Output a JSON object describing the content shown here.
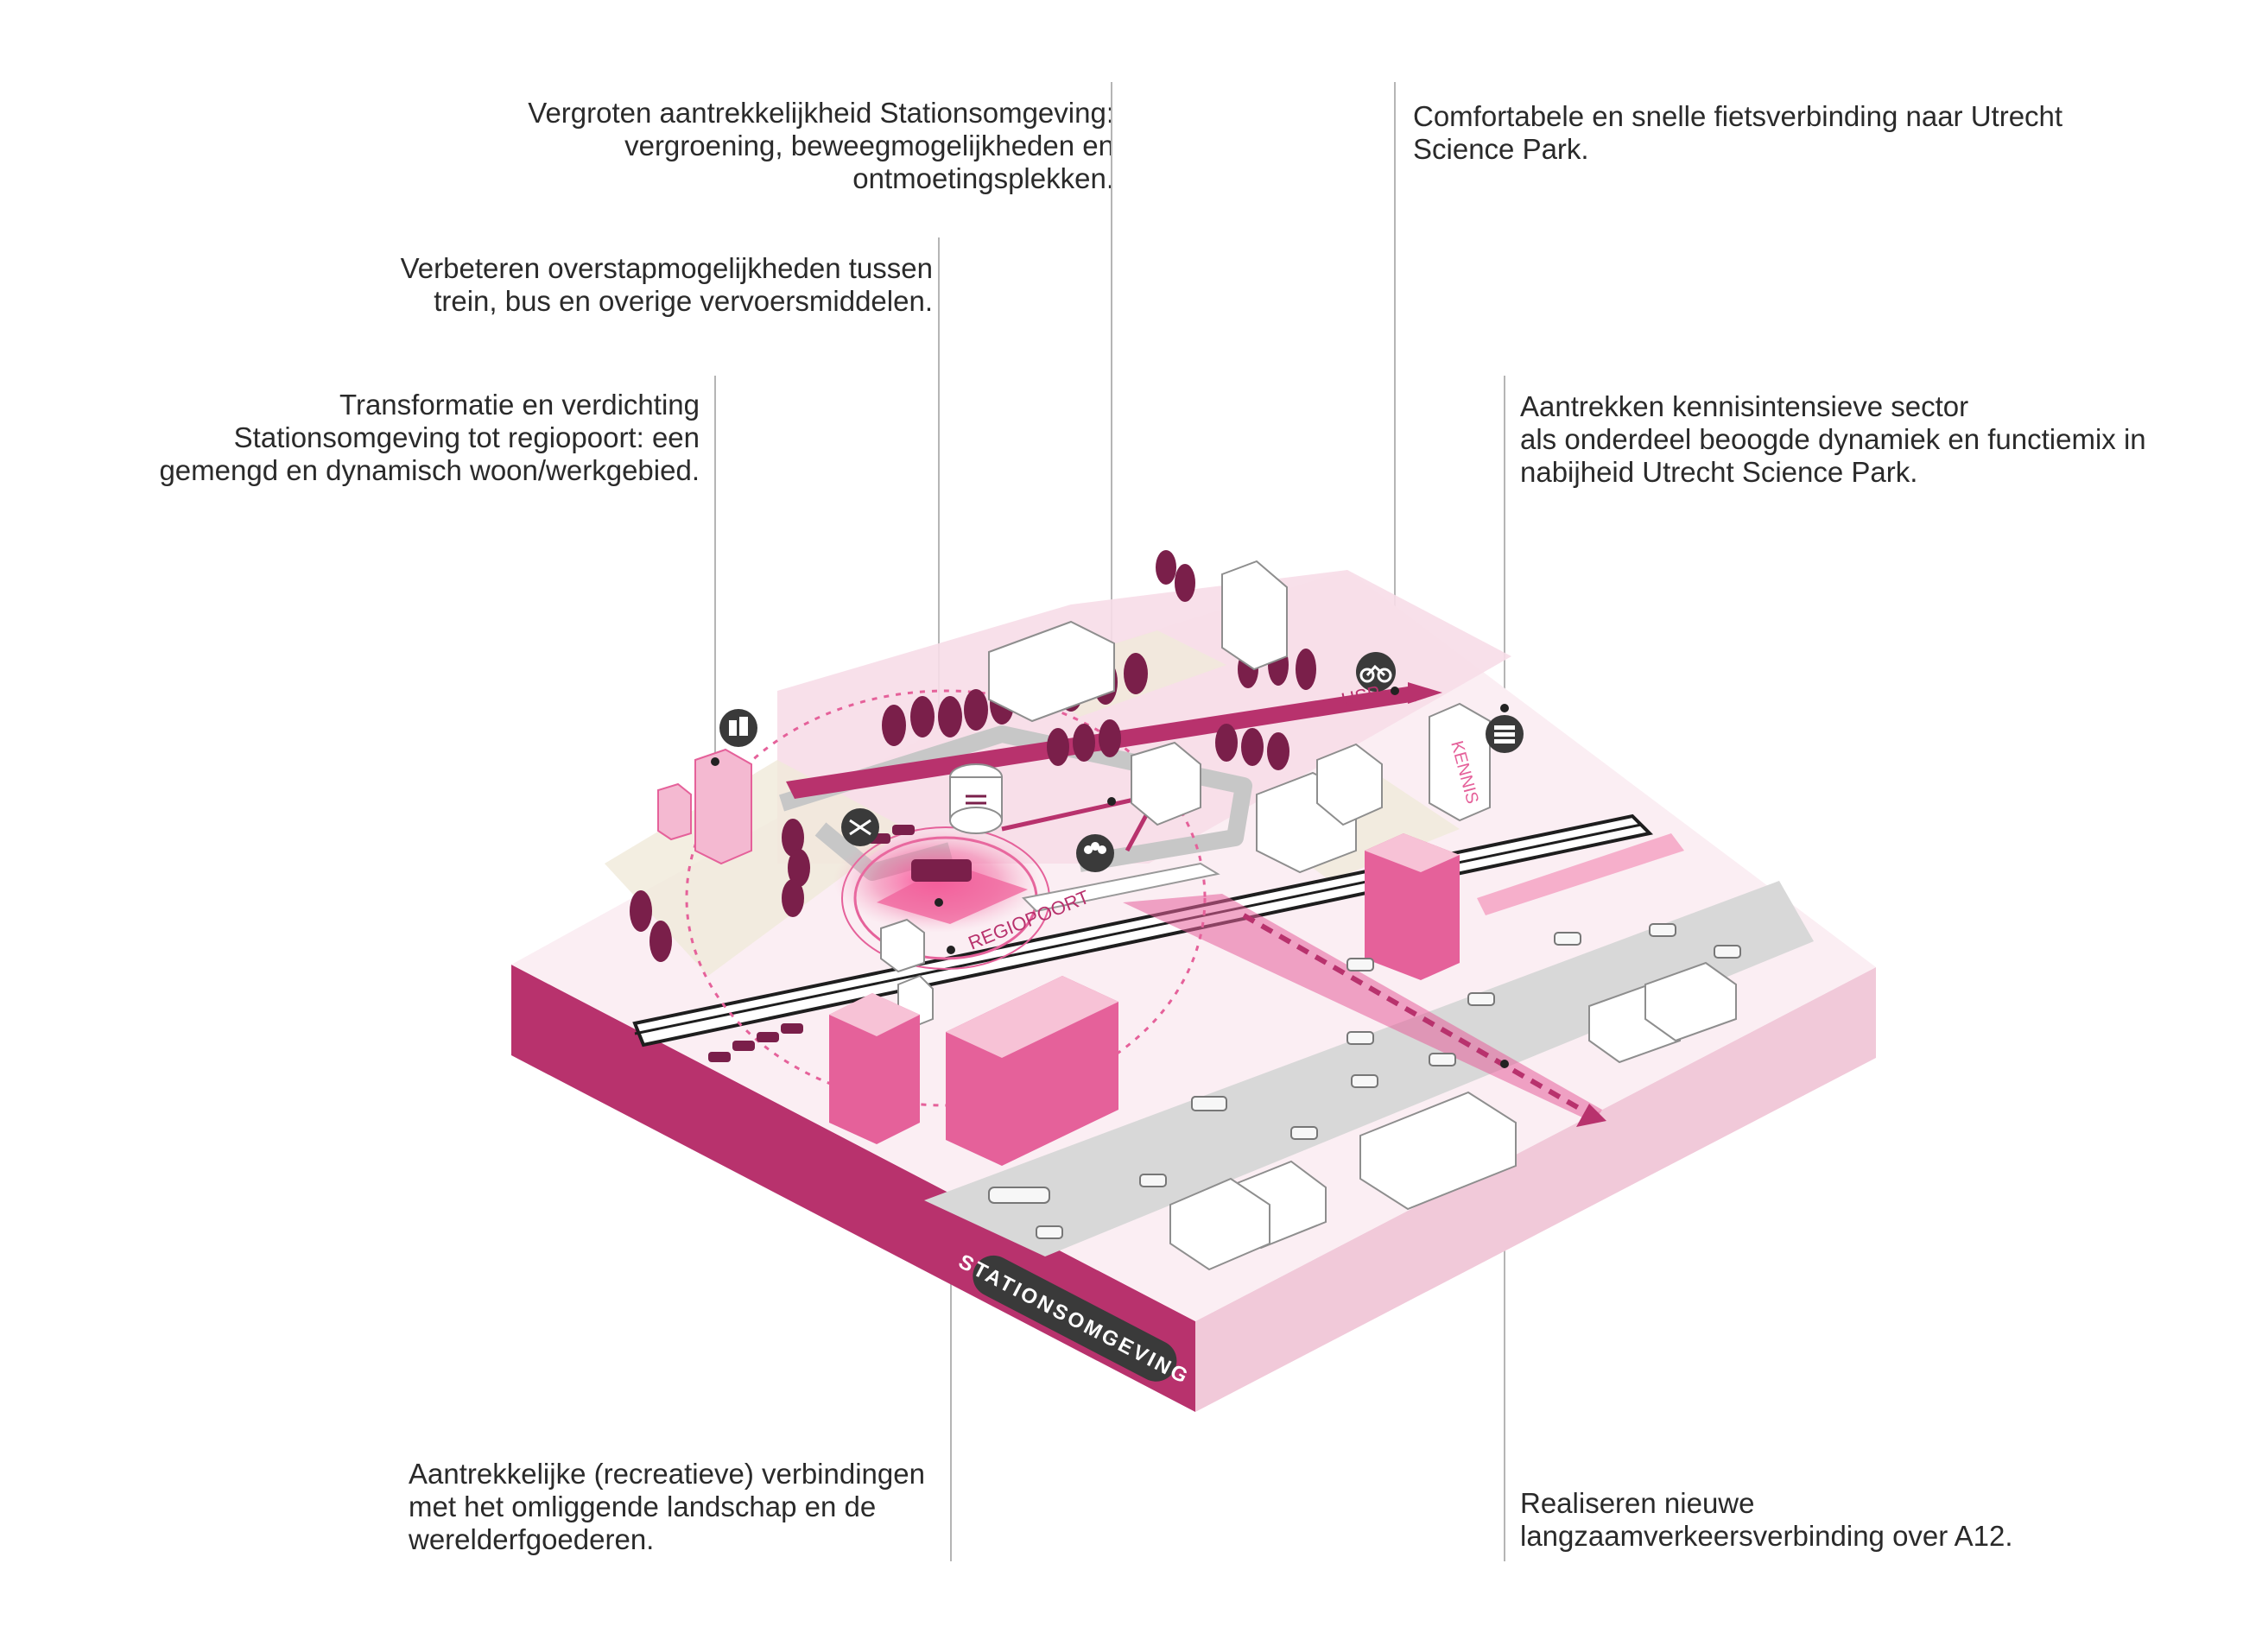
{
  "annotations": {
    "stationsomgeving_aantrekkelijkheid": [
      "Vergroten aantrekkelijkheid Stationsomgeving:",
      "vergroening, beweegmogelijkheden en",
      "ontmoetingsplekken."
    ],
    "fietsverbinding": [
      "Comfortabele en snelle fietsverbinding naar Utrecht",
      "Science Park."
    ],
    "overstap": [
      "Verbeteren overstapmogelijkheden tussen",
      "trein, bus en overige vervoersmiddelen."
    ],
    "transformatie": [
      "Transformatie en verdichting",
      "Stationsomgeving tot regiopoort: een",
      "gemengd en dynamisch woon/werkgebied."
    ],
    "kennissector": [
      "Aantrekken kennisintensieve sector",
      "als onderdeel beoogde dynamiek en functiemix in",
      "nabijheid Utrecht Science Park."
    ],
    "recreatieve_verbindingen": [
      "Aantrekkelijke (recreatieve) verbindingen",
      "met het omliggende landschap en de",
      "werelderfgoederen."
    ],
    "langzaamverkeer": [
      "Realiseren nieuwe",
      "langzaamverkeersverbinding over A12."
    ]
  },
  "map_labels": {
    "usp": "USP",
    "kennis": "KENNIS",
    "regiopoort": "REGIOPOORT",
    "stationsomgeving": "STATIONSOMGEVING"
  },
  "icons": [
    "buildings-icon",
    "bicycle-icon",
    "stack-icon",
    "shuffle-icon",
    "people-icon",
    "ns-logo-icon"
  ],
  "colors": {
    "magenta": "#b8326d",
    "pink": "#e5619a",
    "light_pink": "#f7dde8",
    "pale_pink": "#fbeef3",
    "tree": "#7a1f4a",
    "road": "#d8d8d8",
    "leader": "#b5b5b5"
  }
}
